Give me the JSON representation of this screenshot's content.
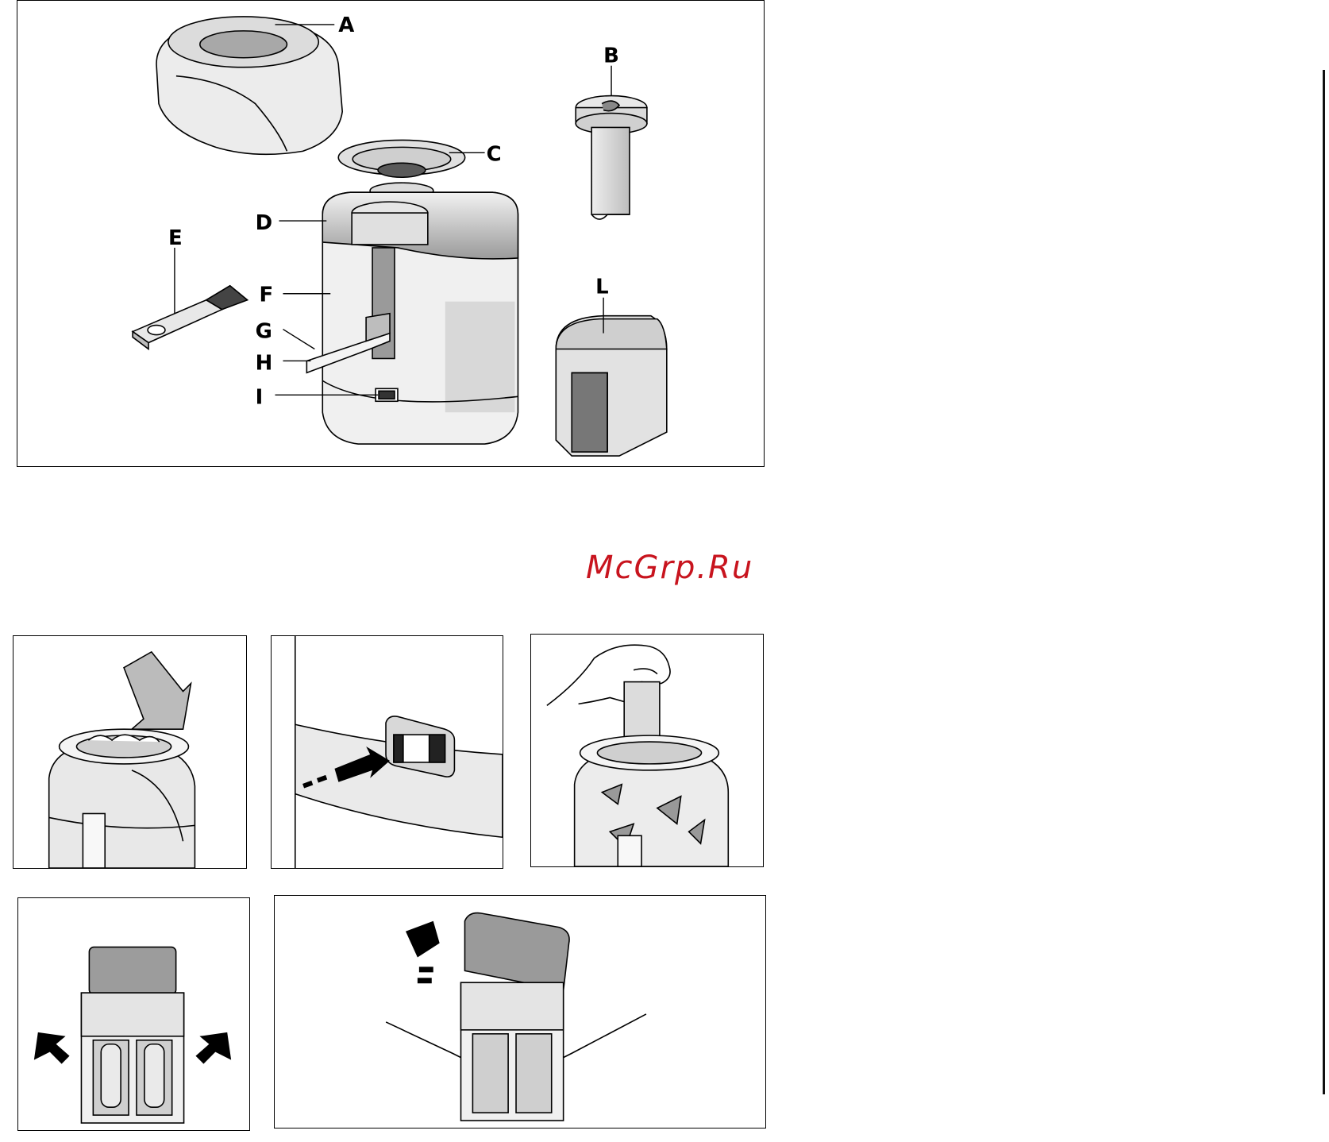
{
  "diagram": {
    "labels": {
      "A": "A",
      "B": "B",
      "C": "C",
      "D": "D",
      "E": "E",
      "F": "F",
      "G": "G",
      "H": "H",
      "I": "I",
      "L": "L"
    }
  },
  "watermark": "McGrp.Ru",
  "colors": {
    "outline": "#000000",
    "shade": "#d9d9d9",
    "dark_shade": "#555555",
    "watermark": "#c8141e"
  },
  "step_figures": [
    {
      "name": "insert-fruit-figure",
      "icon": "arrow-down-left-icon"
    },
    {
      "name": "press-switch-figure",
      "icon": "arrow-right-icon"
    },
    {
      "name": "push-pusher-figure",
      "icon": "hand-icon"
    },
    {
      "name": "release-clips-figure",
      "icon": "arrow-outward-icon"
    },
    {
      "name": "remove-lid-figure",
      "icon": "arrow-up-icon"
    }
  ]
}
